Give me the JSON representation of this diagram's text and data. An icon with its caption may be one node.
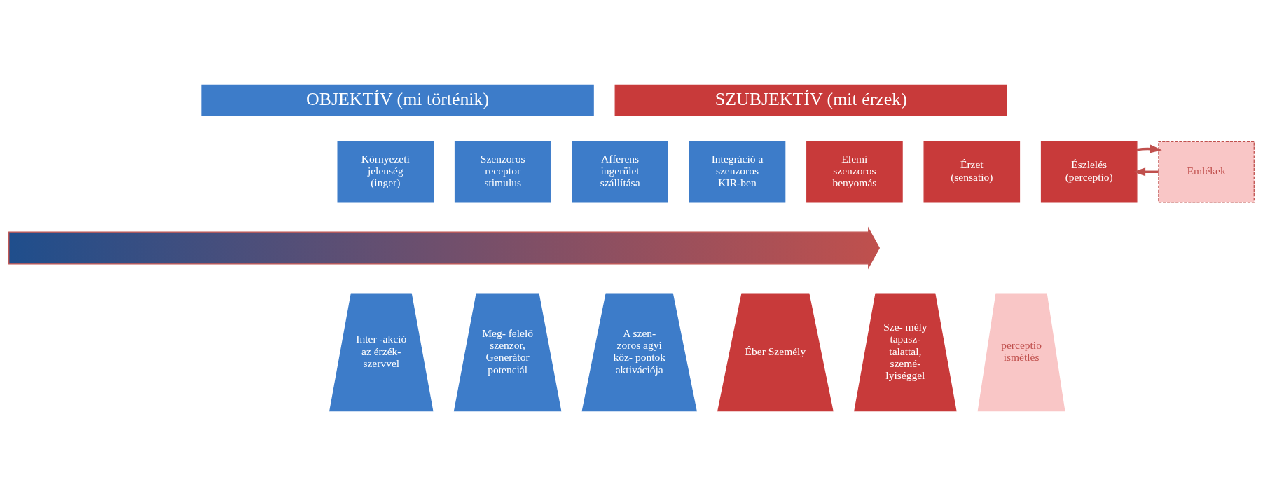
{
  "diagram": {
    "nodes": [
      {
        "text": [
          "OBJEKTÍV (mi történik)"
        ]
      },
      {
        "text": [
          "SZUBJEKTÍV (mit érzek)"
        ]
      },
      {
        "text": [
          "Környezeti jelenség (inger)"
        ]
      },
      {
        "text": [
          "Szenzoros receptor stimulus"
        ]
      },
      {
        "text": [
          "Afferens ingerület szállítása"
        ]
      },
      {
        "text": [
          "Integráció a szenzoros KIR-ben"
        ]
      },
      {
        "text": [
          "Elemi szenzoros benyomás"
        ]
      },
      {
        "text": [
          "Érzet (sensatio)"
        ]
      },
      {
        "text": [
          "Észlelés (perceptio)"
        ]
      },
      {
        "text": [
          "Emlékek"
        ]
      },
      {
        "text": [],
        "shape": "arrow"
      },
      {
        "text": [
          "Inter -akció az érzék- szervvel"
        ]
      },
      {
        "text": [
          "Meg- felelő szenzor, Generátor potenciál"
        ]
      },
      {
        "text": [
          "A szen- zoros agyi köz- pontok aktivációja"
        ]
      },
      {
        "text": [
          "Éber Személy"
        ]
      },
      {
        "text": [
          "Sze- mély tapasz- talattal, szemé- lyiséggel"
        ]
      },
      {
        "text": [
          "perceptio ismétlés"
        ]
      }
    ],
    "edges": [
      {
        "from": 9,
        "to": 8,
        "arrow": "to"
      },
      {
        "from": 8,
        "to": 9,
        "arrow": "to"
      }
    ]
  }
}
